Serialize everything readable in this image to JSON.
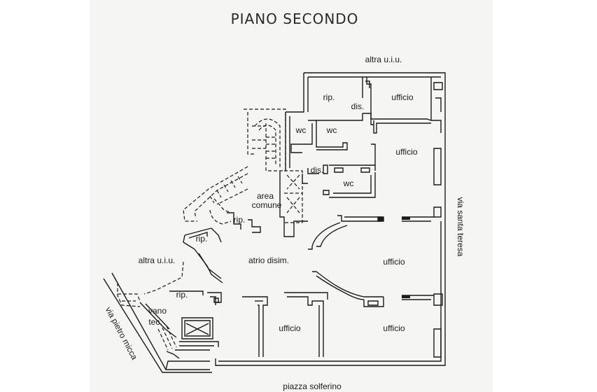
{
  "title": "PIANO SECONDO",
  "streets": {
    "bottom": "piazza solferino",
    "right": "via santa teresa",
    "left": "via pietro micca"
  },
  "neighbors": {
    "top": "altra u.i.u.",
    "left": "altra u.i.u."
  },
  "rooms": {
    "rip_top": "rip.",
    "dis_top": "dis.",
    "ufficio_top": "ufficio",
    "wc_1": "wc",
    "wc_2": "wc",
    "ufficio_right": "ufficio",
    "dis_mid": "dis.",
    "wc_3": "wc",
    "area": "area",
    "comune": "comune",
    "rip_small": "rip.",
    "rip_left": "rip.",
    "atrio": "atrio disim.",
    "ufficio_center": "ufficio",
    "rip_lower": "rip.",
    "vano": "vano",
    "tec": "tec.",
    "ufficio_bl": "ufficio",
    "ufficio_br": "ufficio"
  },
  "colors": {
    "wall": "#1a1a1a",
    "background": "#f5f5f4"
  }
}
